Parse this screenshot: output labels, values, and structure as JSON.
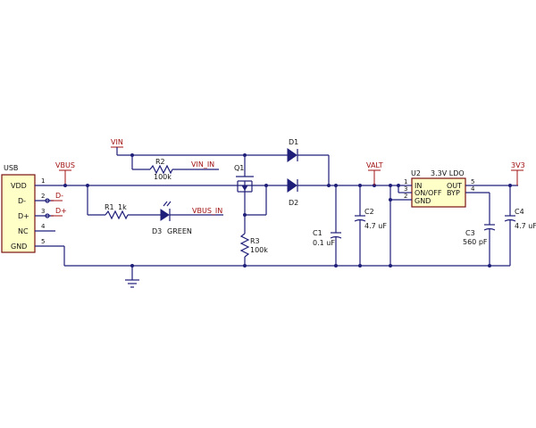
{
  "connector": {
    "name": "USB",
    "pins": [
      {
        "label": "VDD",
        "num": "1"
      },
      {
        "label": "D-",
        "num": "2"
      },
      {
        "label": "D+",
        "num": "3"
      },
      {
        "label": "NC",
        "num": "4"
      },
      {
        "label": "GND",
        "num": "5"
      }
    ]
  },
  "nets": {
    "vbus": "VBUS",
    "dminus": "D-",
    "dplus": "D+",
    "vin": "VIN",
    "vin_in": "VIN_IN",
    "vbus_in": "VBUS_IN",
    "valt": "VALT",
    "v3v3": "3V3"
  },
  "parts": {
    "r1": {
      "ref": "R1",
      "value": "1k"
    },
    "r2": {
      "ref": "R2",
      "value": "100k"
    },
    "r3": {
      "ref": "R3",
      "value": "100k"
    },
    "d1": {
      "ref": "D1"
    },
    "d2": {
      "ref": "D2"
    },
    "d3": {
      "ref": "D3",
      "value": "GREEN"
    },
    "q1": {
      "ref": "Q1"
    },
    "c1": {
      "ref": "C1",
      "value": "0.1 uF"
    },
    "c2": {
      "ref": "C2",
      "value": "4.7 uF"
    },
    "c3": {
      "ref": "C3",
      "value": "560 pF"
    },
    "c4": {
      "ref": "C4",
      "value": "4.7 uF"
    }
  },
  "regulator": {
    "ref": "U2",
    "title": "3.3V LDO",
    "pins": {
      "in": {
        "label": "IN",
        "num": "1"
      },
      "onoff": {
        "label": "ON/OFF",
        "num": "3"
      },
      "gnd": {
        "label": "GND",
        "num": "2"
      },
      "out": {
        "label": "OUT",
        "num": "5"
      },
      "byp": {
        "label": "BYP",
        "num": "4"
      }
    }
  },
  "colors": {
    "wire": "#1f1f7a",
    "net_label": "#a01010",
    "chip_fill": "#ffffc8",
    "chip_border": "#7a1010"
  }
}
